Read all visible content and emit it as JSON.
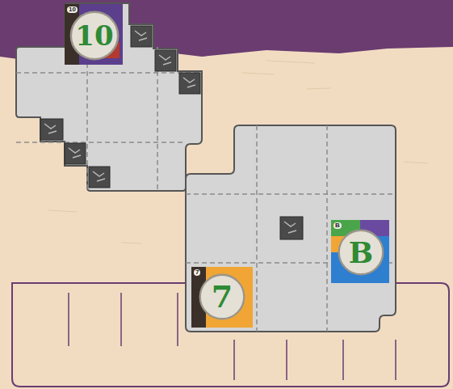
{
  "diagram": {
    "nodes": [
      {
        "text": [
          "10"
        ]
      },
      {
        "text": [
          "7"
        ]
      },
      {
        "text": [
          "B"
        ]
      }
    ],
    "labels": [
      "10",
      "7",
      "B"
    ]
  }
}
